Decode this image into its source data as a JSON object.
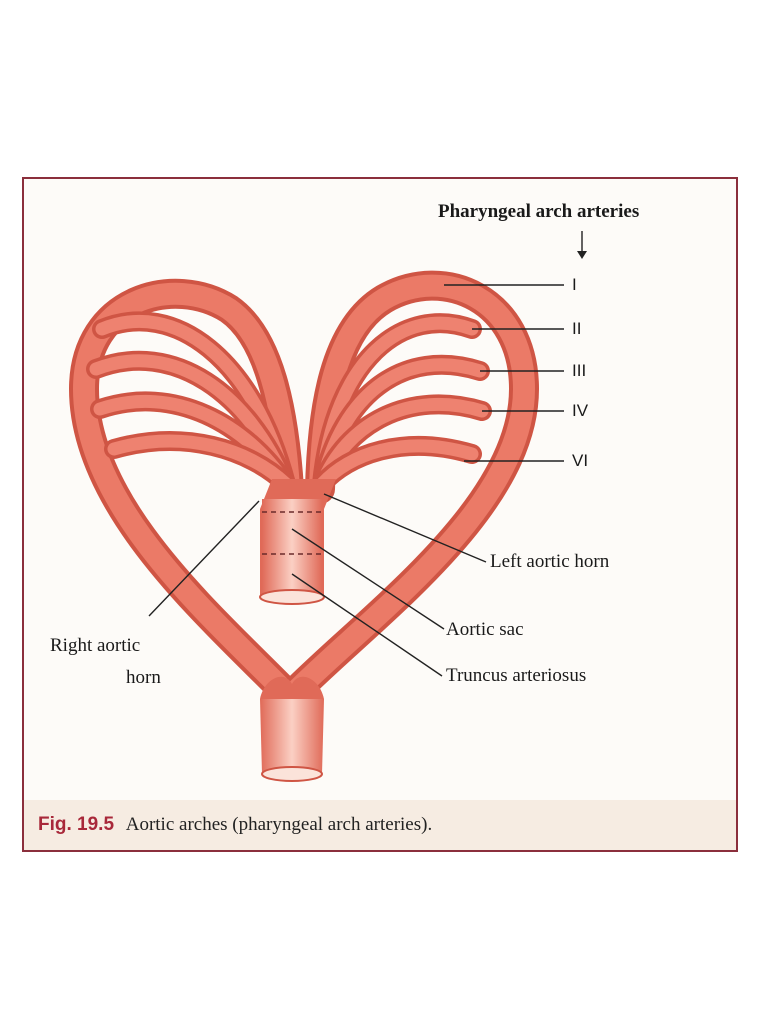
{
  "header": {
    "title": "Pharyngeal arch arteries"
  },
  "arches": [
    {
      "numeral": "I"
    },
    {
      "numeral": "II"
    },
    {
      "numeral": "III"
    },
    {
      "numeral": "IV"
    },
    {
      "numeral": "VI"
    }
  ],
  "labels": {
    "left_aortic_horn": "Left aortic horn",
    "aortic_sac": "Aortic sac",
    "truncus_arteriosus": "Truncus arteriosus",
    "right_aortic_horn_line1": "Right aortic",
    "right_aortic_horn_line2": "horn"
  },
  "caption": {
    "number": "Fig. 19.5",
    "text": "Aortic arches (pharyngeal arch arteries)."
  },
  "colors": {
    "vessel": "#e8705e",
    "vessel_dark": "#cf5544",
    "vessel_light": "#f7b5a4",
    "frame": "#8b2f3c",
    "caption_accent": "#a8283a"
  }
}
